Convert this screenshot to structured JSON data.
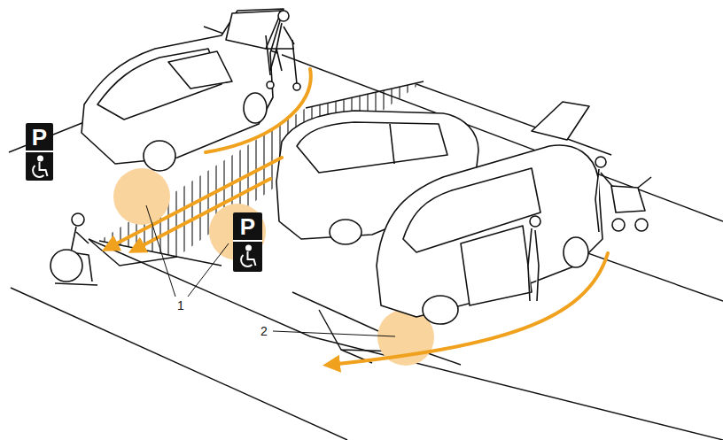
{
  "diagram": {
    "nodes": [
      {
        "text": [
          "P"
        ]
      },
      {
        "text": [
          "P"
        ]
      }
    ],
    "labels": [
      "1",
      "2"
    ]
  }
}
